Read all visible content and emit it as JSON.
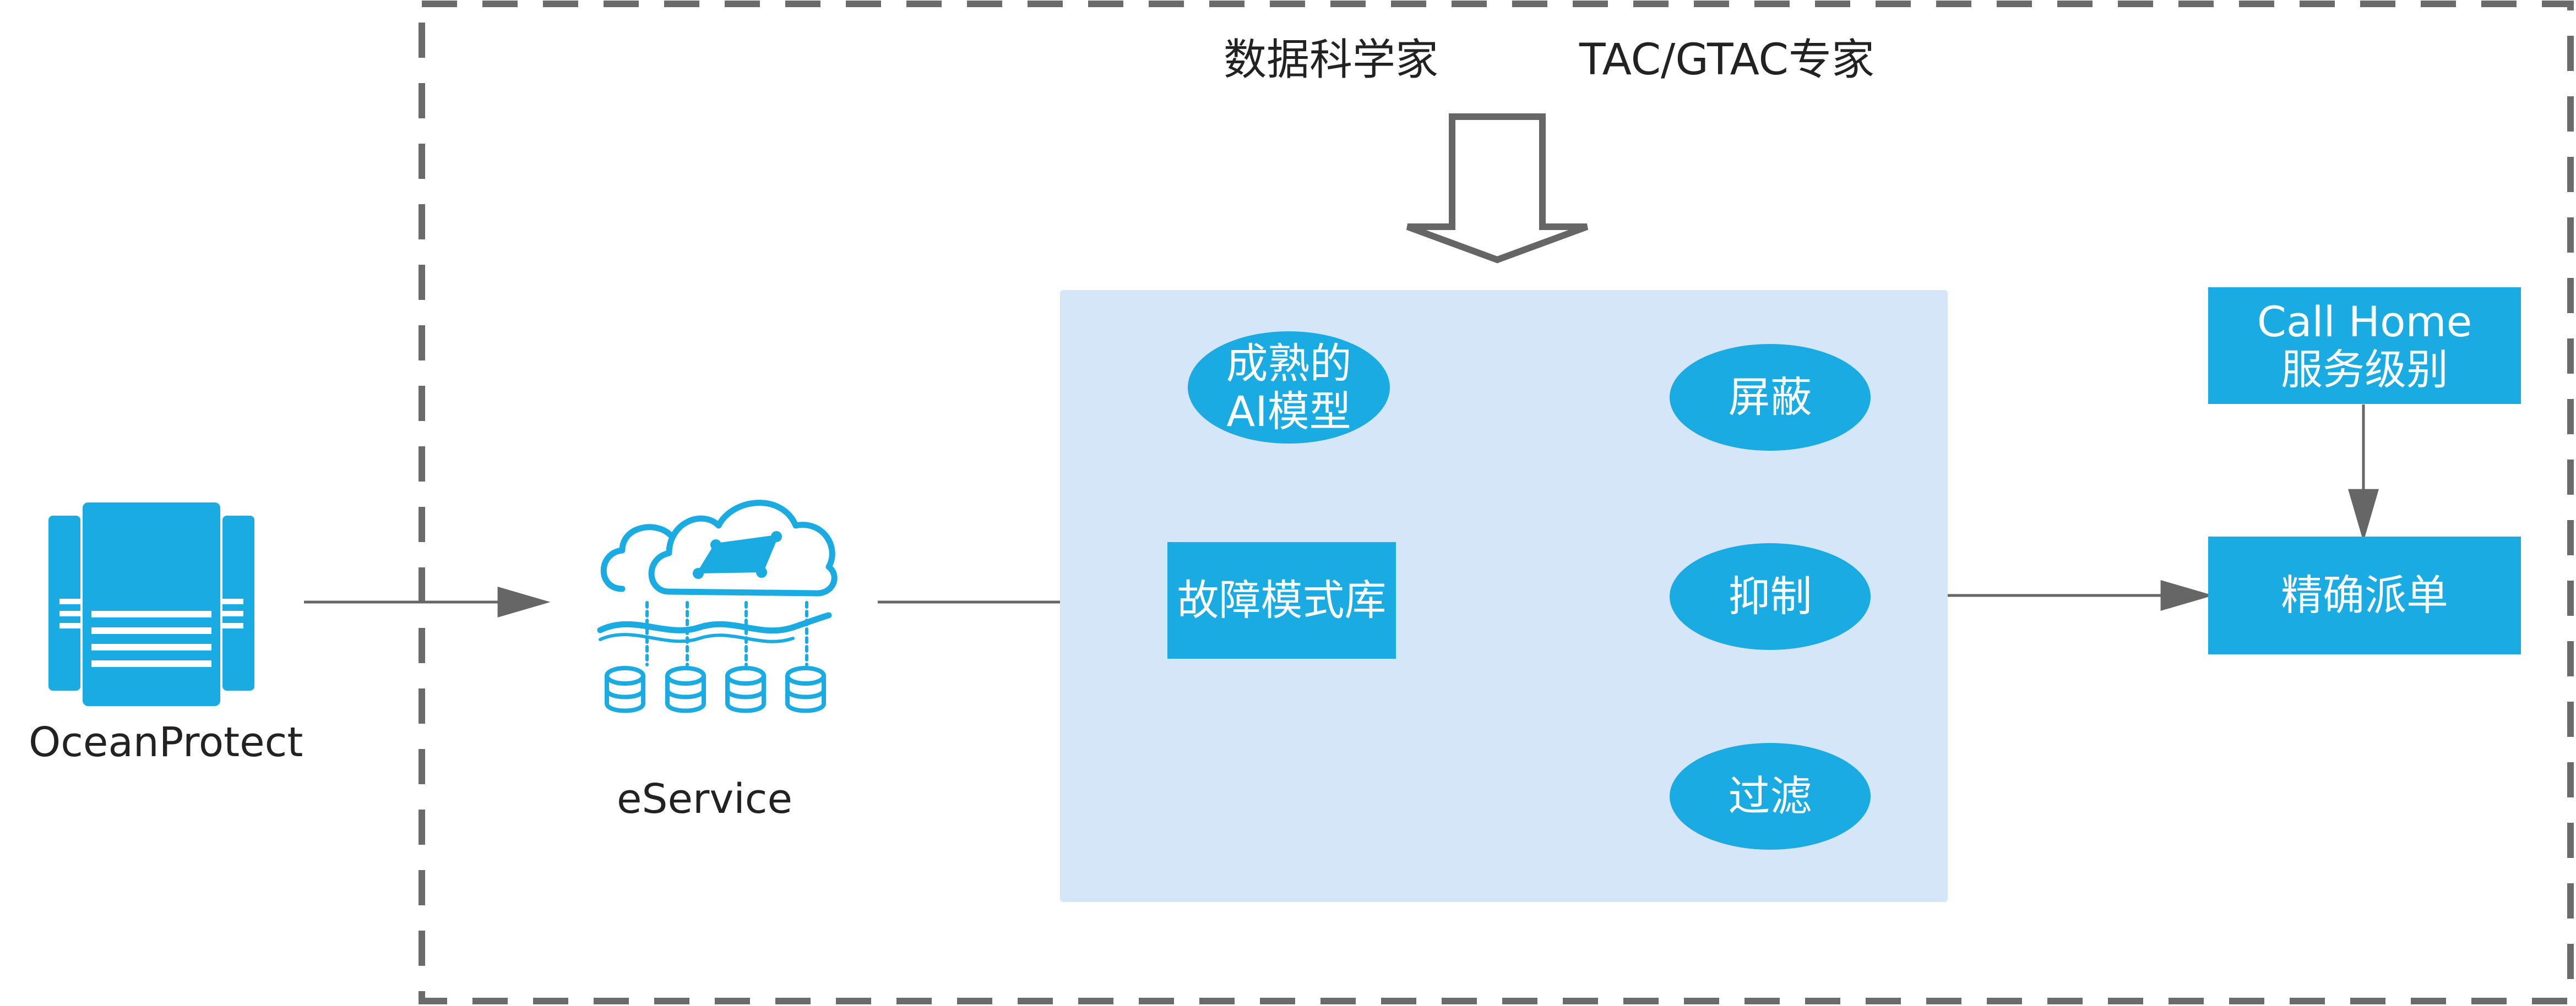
{
  "labels": {
    "data_scientist": "数据科学家",
    "tac_expert": "TAC/GTAC专家",
    "source_device": "OceanProtect",
    "platform": "eService",
    "ai_model_line1": "成熟的",
    "ai_model_line2": "AI模型",
    "fault_library": "故障模式库",
    "action_shield": "屏蔽",
    "action_suppress": "抑制",
    "action_filter": "过滤",
    "service_level_line1": "Call Home",
    "service_level_line2": "服务级别",
    "dispatch": "精确派单"
  },
  "colors": {
    "accent": "#1aabe3",
    "panel": "#d5e6f8",
    "arrow": "#666666",
    "border_dash": "#6b6b6b",
    "text": "#222222"
  },
  "icons": {
    "source_device": "storage-device-icon",
    "platform": "cloud-database-icon",
    "input_arrow": "hollow-down-arrow-icon"
  }
}
